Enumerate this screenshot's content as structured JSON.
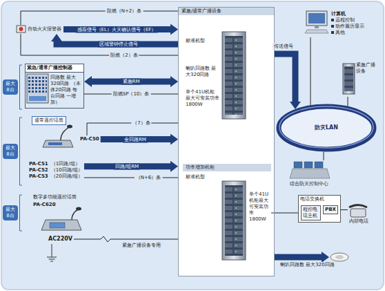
{
  "diagram": {
    "nodes": [
      {
        "text": [
          "自动火灾报警器"
        ]
      },
      {
        "text": [
          "最大 8台"
        ]
      },
      {
        "text": [
          "紧急/通常广播控制器",
          "回路数 最大320回路 （本体20回路 每台回路 一增加）"
        ]
      },
      {
        "text": [
          "最大 8台"
        ]
      },
      {
        "text": [
          "通常遥控话筒"
        ]
      },
      {
        "text": [
          "PA-C50"
        ]
      },
      {
        "text": [
          "PA-C51",
          "（1回路/组）",
          "PA-C52",
          "（10回路/组）",
          "PA-C53",
          "（20回路/组）"
        ]
      },
      {
        "text": [
          "最大 8台"
        ]
      },
      {
        "text": [
          "数字多功能遥控话筒"
        ]
      },
      {
        "text": [
          "PA-C620"
        ]
      },
      {
        "text": [
          "AC220V"
        ]
      },
      {
        "text": [
          "紧急/通常广播设备"
        ]
      },
      {
        "text": [
          "标准机型",
          "喇叭回路数 最大320回路",
          "单个41U机柜 最大可安装功率 1800W"
        ],
        "in": 11
      },
      {
        "text": [
          "功率增加机柜",
          "标准机型",
          "单个41U机柜最大可安装功率1800W"
        ],
        "in": 11
      },
      {
        "text": [
          "计算机",
          "远程控制",
          "动作履历显示",
          "其他"
        ]
      },
      {
        "text": [
          "紧急广播设备"
        ]
      },
      {
        "text": [
          "防灾LAN"
        ]
      },
      {
        "text": [
          "综合防灾控制中心"
        ]
      },
      {
        "text": [
          "电话交换机"
        ]
      },
      {
        "text": [
          "PBX"
        ],
        "in": 18
      },
      {
        "text": [
          "程控电话主机"
        ],
        "in": 18
      },
      {
        "text": [
          "内部电话"
        ]
      }
    ],
    "edges": [
      {
        "from": 0,
        "to": 11,
        "arrow": "none",
        "label": "阻燃（N+2）条"
      },
      {
        "from": 0,
        "to": 11,
        "arrow": "to",
        "label": "感应信号（EL）火灾确认信号（EF）"
      },
      {
        "from": 11,
        "to": 0,
        "arrow": "to",
        "label": "区域警钟停止信号"
      },
      {
        "from": 0,
        "to": 11,
        "arrow": "none",
        "label": "阻燃（2）条"
      },
      {
        "from": 2,
        "to": 11,
        "arrow": "both",
        "label": "紧急RM"
      },
      {
        "from": 2,
        "to": 11,
        "arrow": "none",
        "label": "阻燃SP（10）条"
      },
      {
        "from": 5,
        "to": 11,
        "arrow": "none",
        "label": "（7）条"
      },
      {
        "from": 5,
        "to": 11,
        "arrow": "to",
        "label": "全回路RM"
      },
      {
        "from": 6,
        "to": 11,
        "arrow": "to",
        "label": "回路/组RM"
      },
      {
        "from": 6,
        "to": 11,
        "arrow": "none",
        "label": "（N+6）条"
      },
      {
        "from": 10,
        "to": 11,
        "arrow": "none",
        "label": "紧急广播设备专用"
      },
      {
        "from": 11,
        "to": 16,
        "arrow": "to",
        "label": "传送信号"
      },
      {
        "from": 14,
        "to": 16,
        "arrow": "none"
      },
      {
        "from": 15,
        "to": 16,
        "arrow": "none"
      },
      {
        "from": 17,
        "to": 16,
        "arrow": "none"
      },
      {
        "from": 13,
        "to": 20,
        "arrow": "none"
      },
      {
        "from": 19,
        "to": 21,
        "arrow": "none"
      }
    ],
    "labels": [
      "喇叭回路数 最大320回路"
    ]
  }
}
